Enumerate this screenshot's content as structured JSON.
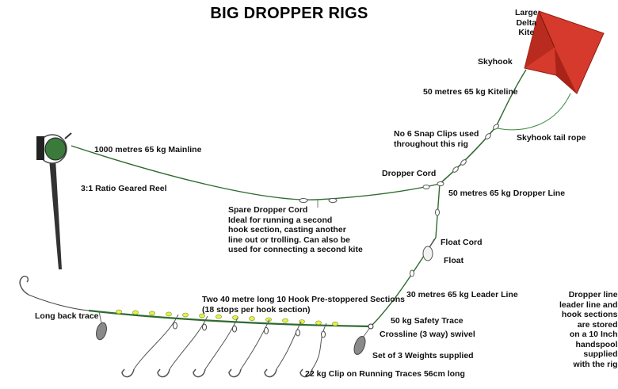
{
  "title": "BIG DROPPER RIGS",
  "colors": {
    "line": "#2f6a2f",
    "kite": "#d63a2c",
    "kite_dark": "#a92318",
    "bead": "#e6f24a",
    "steel": "#8a8a8a",
    "text": "#111111"
  },
  "labels": {
    "large_delta_kite": "Large\nDelta\nKite",
    "skyhook": "Skyhook",
    "kiteline": "50 metres 65 kg Kiteline",
    "snap_clips": "No 6 Snap Clips used\nthroughout this rig",
    "skyhook_tail": "Skyhook tail rope",
    "mainline": "1000 metres 65 kg Mainline",
    "dropper_cord": "Dropper Cord",
    "dropper_line": "50 metres 65 kg Dropper Line",
    "geared_reel": "3:1 Ratio Geared Reel",
    "spare_dropper": "Spare Dropper Cord\nIdeal for running a second\nhook section, casting another\nline out or trolling. Can also be\nused for connecting a second kite",
    "float_cord": "Float Cord",
    "float": "Float",
    "leader_line": "30 metres 65 kg Leader Line",
    "hook_sections": "Two 40 metre long 10 Hook Pre-stoppered Sections\n(18 stops per hook section)",
    "long_back_trace": "Long back trace",
    "safety_trace": "50 kg Safety Trace",
    "crossline": "Crossline (3 way) swivel",
    "weights": "Set of 3 Weights supplied",
    "clip_traces": "22 kg Clip on Running Traces 56cm long",
    "storage_note": "Dropper line\nleader line and\nhook sections\nare stored\non a 10 Inch\nhandspool\nsupplied\nwith the rig"
  }
}
